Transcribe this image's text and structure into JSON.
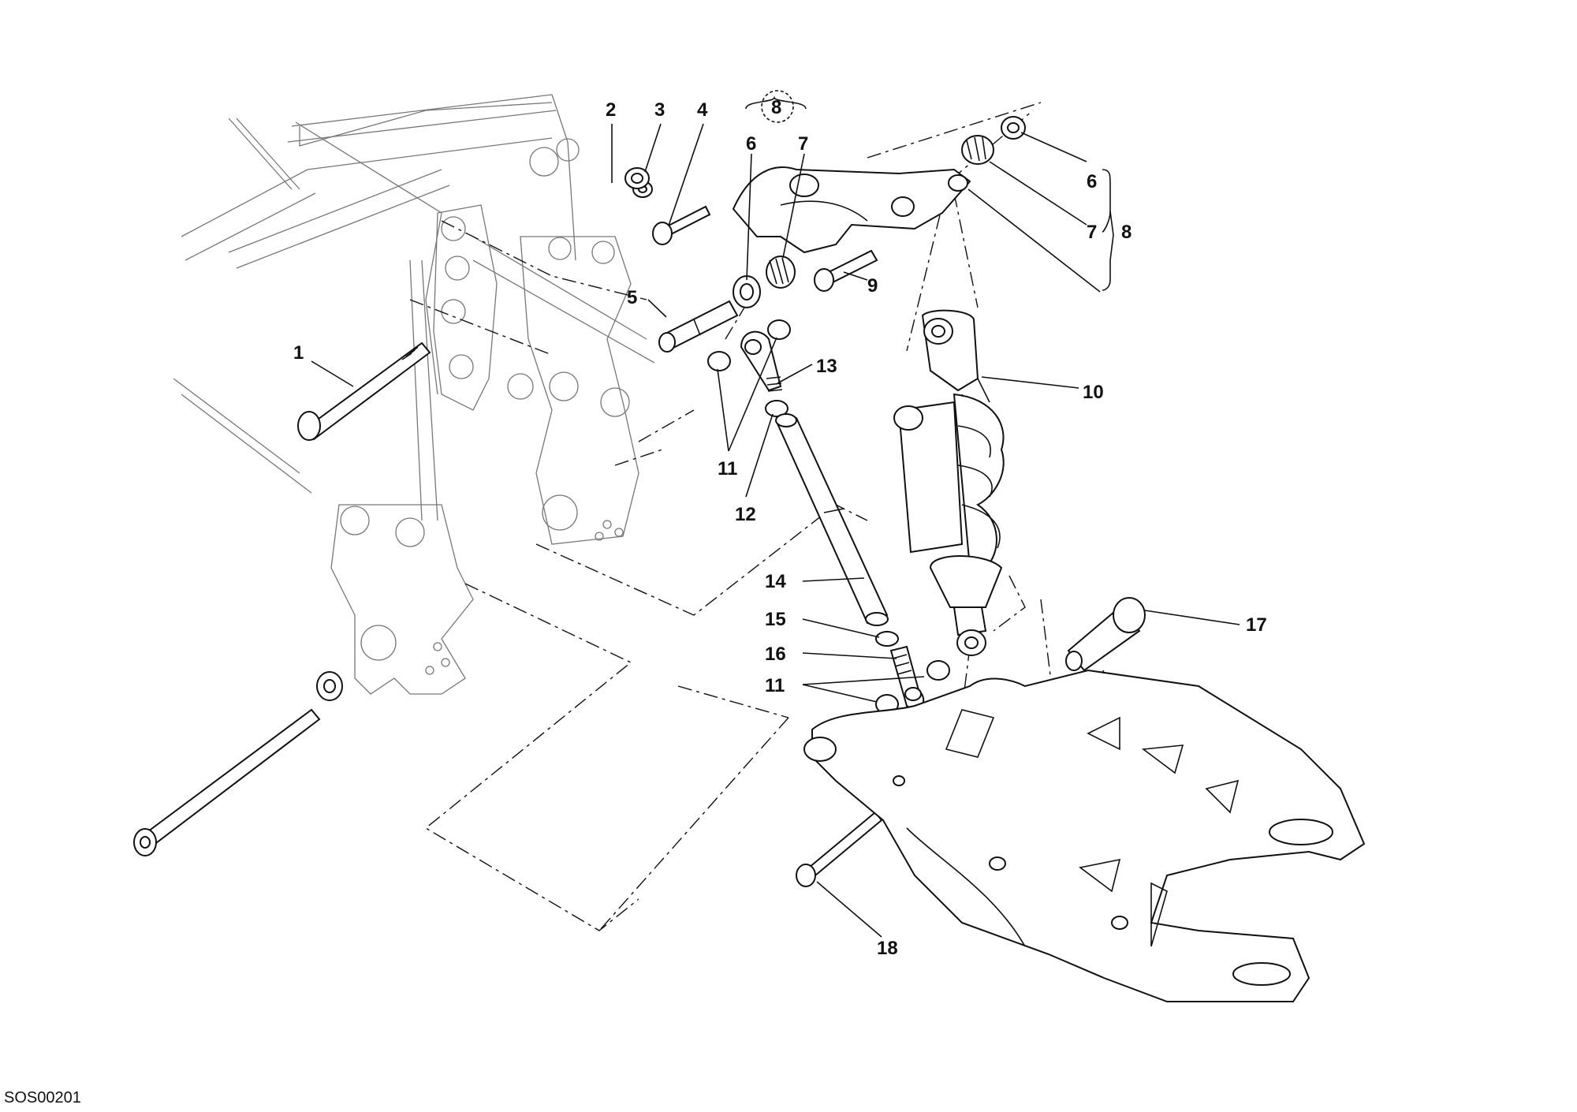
{
  "drawing_code": "SOS00201",
  "callouts": [
    {
      "id": "c1",
      "text": "1"
    },
    {
      "id": "c2",
      "text": "2"
    },
    {
      "id": "c3",
      "text": "3"
    },
    {
      "id": "c4",
      "text": "4"
    },
    {
      "id": "c5",
      "text": "5"
    },
    {
      "id": "c6a",
      "text": "6"
    },
    {
      "id": "c7a",
      "text": "7"
    },
    {
      "id": "c8top",
      "text": "8"
    },
    {
      "id": "c6b",
      "text": "6"
    },
    {
      "id": "c7b",
      "text": "7"
    },
    {
      "id": "c8b",
      "text": "8"
    },
    {
      "id": "c9",
      "text": "9"
    },
    {
      "id": "c10",
      "text": "10"
    },
    {
      "id": "c11a",
      "text": "11"
    },
    {
      "id": "c12",
      "text": "12"
    },
    {
      "id": "c13",
      "text": "13"
    },
    {
      "id": "c14",
      "text": "14"
    },
    {
      "id": "c15",
      "text": "15"
    },
    {
      "id": "c16",
      "text": "16"
    },
    {
      "id": "c11b",
      "text": "11"
    },
    {
      "id": "c17",
      "text": "17"
    },
    {
      "id": "c18",
      "text": "18"
    }
  ]
}
